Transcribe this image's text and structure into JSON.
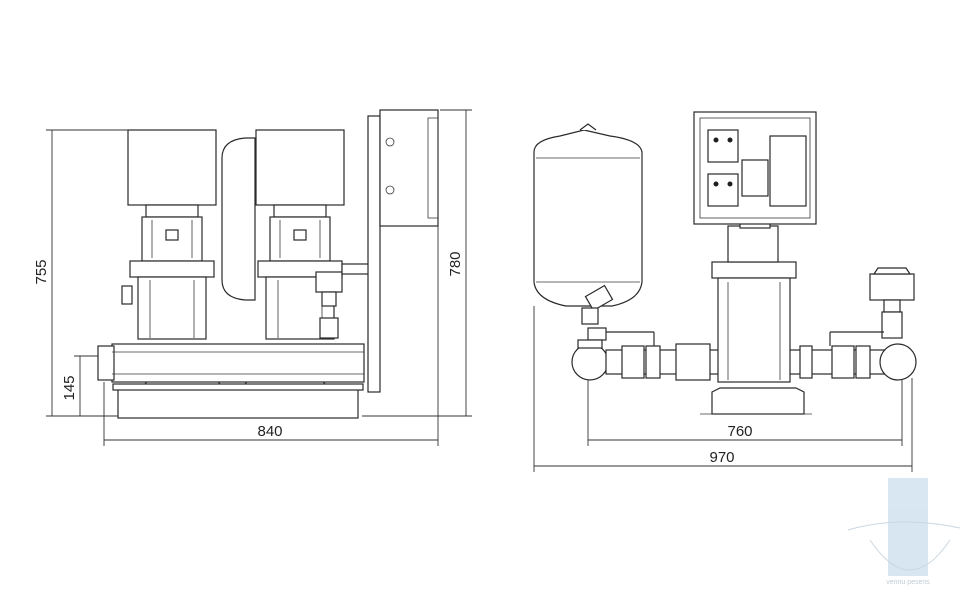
{
  "dimensions": {
    "side_height_total": "755",
    "side_base_height": "145",
    "side_width": "840",
    "side_panel_height": "780",
    "front_pipe_width": "760",
    "front_total_width": "970"
  },
  "watermark": {
    "text": "vennu pesens",
    "accent_color": "#b9d3e8"
  }
}
